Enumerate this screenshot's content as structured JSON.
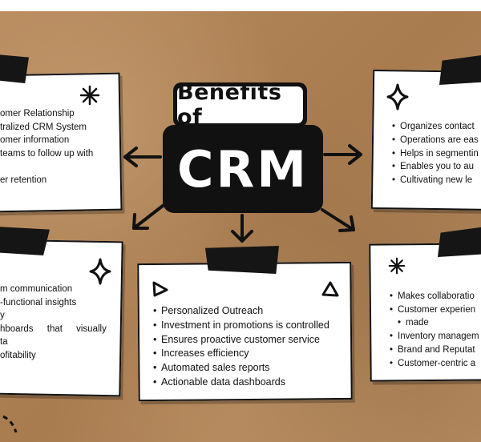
{
  "title": {
    "line1": "Benefits of",
    "line2": "CRM"
  },
  "cards": {
    "top_left": {
      "items": [
        "omer Relationship",
        "tralized CRM System",
        "omer information",
        "teams to follow up with",
        "",
        "er retention"
      ]
    },
    "top_right": {
      "items": [
        "Organizes contact",
        "Operations are eas",
        "Helps in segmentin",
        "Enables you to au",
        "Cultivating new le"
      ]
    },
    "bottom_left": {
      "items": [
        "m communication",
        "-functional insights",
        "y",
        "hboards that visually",
        "ta",
        "ofitability"
      ]
    },
    "bottom_center": {
      "items": [
        "Personalized Outreach",
        "Investment in promotions is controlled",
        "Ensures proactive customer service",
        "Increases efficiency",
        "Automated sales reports",
        "Actionable data dashboards"
      ]
    },
    "bottom_right": {
      "items": [
        "Makes collaboratio",
        "Customer experien",
        "made",
        "Inventory managem",
        "Brand and Reputat",
        "Customer-centric a"
      ]
    }
  }
}
